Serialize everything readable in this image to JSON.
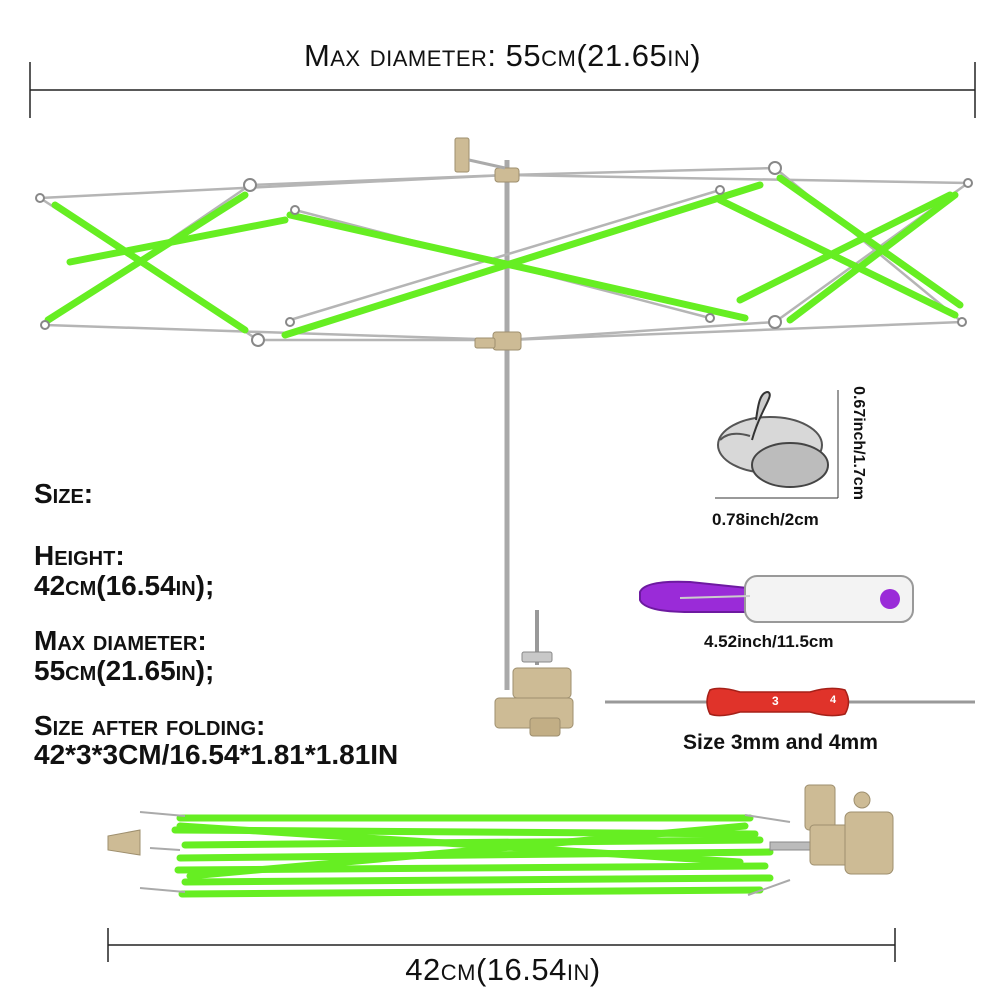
{
  "top_dimension": "Max diameter: 55cm(21.65in)",
  "bottom_dimension": "42cm(16.54in)",
  "specs": {
    "title": "Size:",
    "height_label": "Height:",
    "height_value": "42cm(16.54in);",
    "diameter_label": "Max diameter:",
    "diameter_value": "55cm(21.65in);",
    "folded_label": "Size after folding:",
    "folded_value": "42*3*3CM/16.54*1.81*1.81IN"
  },
  "accessories": {
    "ring_width": "0.78inch/2cm",
    "ring_height": "0.67inch/1.7cm",
    "scissors_length": "4.52inch/11.5cm",
    "hook_caption": "Size 3mm and 4mm",
    "hook_mark": "3",
    "hook_mark_2": "4"
  },
  "colors": {
    "rod_green": "#66ee22",
    "metal": "#b8b8b8",
    "clamp_beige": "#cdbb95",
    "scissors_purple": "#9a2bd8",
    "hook_red": "#e0332a"
  }
}
